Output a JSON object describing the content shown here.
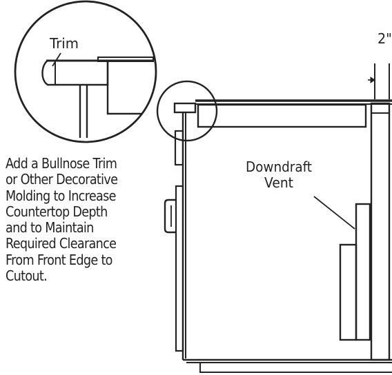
{
  "labels": {
    "trim": "Trim",
    "clearance": "2\"",
    "downdraft_line1": "Downdraft",
    "downdraft_line2": "Vent"
  },
  "note_lines": [
    "Add a Bullnose Trim",
    "or Other Decorative",
    "Molding to Increase",
    "Countertop Depth",
    "and to Maintain",
    "Required Clearance",
    "From Front Edge to",
    "Cutout."
  ],
  "colors": {
    "line": "#222222",
    "background": "#ffffff"
  }
}
